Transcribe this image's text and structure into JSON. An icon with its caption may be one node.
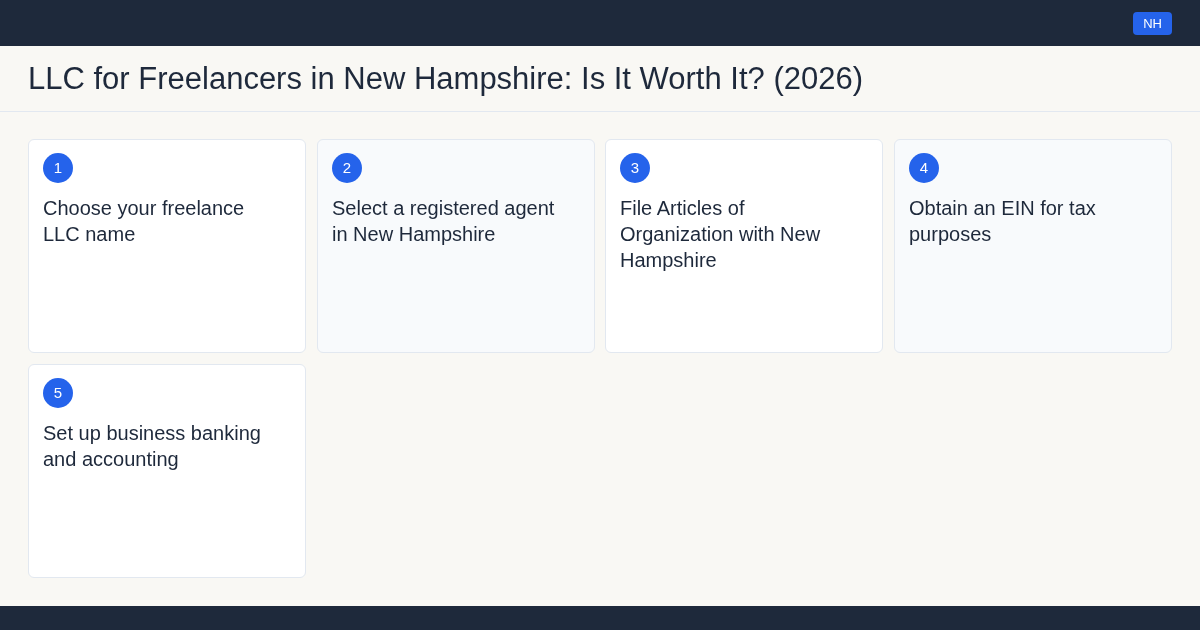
{
  "diagram": {
    "title": "LLC for Freelancers in New Hampshire: Is It Worth It? (2026)",
    "nodes": [
      {
        "text": [
          "Choose your freelance LLC name"
        ]
      },
      {
        "text": [
          "1"
        ],
        "in": 0
      },
      {
        "text": [
          "Select a registered agent in New Hampshire"
        ]
      },
      {
        "text": [
          "2"
        ],
        "in": 2
      },
      {
        "text": [
          "File Articles of Organization with New Hampshire"
        ]
      },
      {
        "text": [
          "3"
        ],
        "in": 4
      },
      {
        "text": [
          "Obtain an EIN for tax purposes"
        ]
      },
      {
        "text": [
          "4"
        ],
        "in": 6
      },
      {
        "text": [
          "Set up business banking and accounting"
        ]
      },
      {
        "text": [
          "5"
        ],
        "in": 8
      }
    ],
    "labels": [
      "NH"
    ]
  }
}
